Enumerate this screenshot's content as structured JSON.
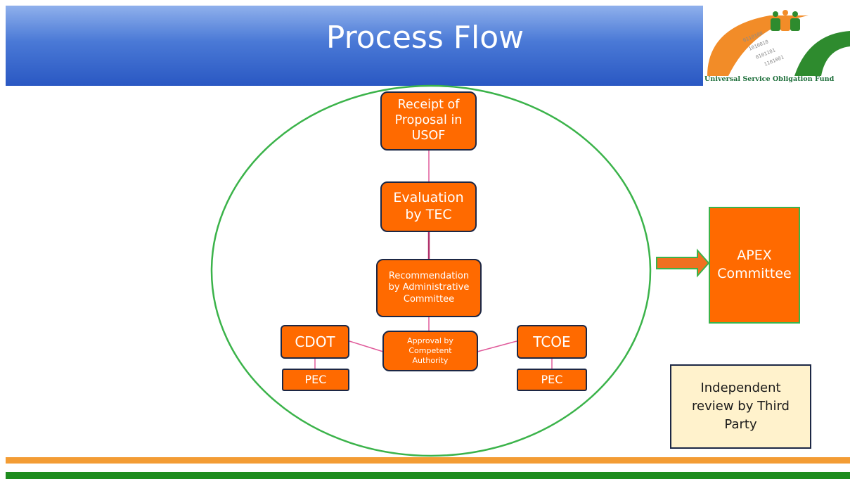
{
  "header": {
    "title": "Process Flow"
  },
  "logo": {
    "caption": "Universal Service Obligation Fund"
  },
  "nodes": {
    "receipt": "Receipt of Proposal in USOF",
    "evaluation": "Evaluation by TEC",
    "recommendation": "Recommendation by Administrative Committee",
    "approval": "Approval by Competent Authority",
    "cdot": "CDOT",
    "tcoe": "TCOE",
    "pec_left": "PEC",
    "pec_right": "PEC",
    "apex": "APEX Committee",
    "review": "Independent review by Third Party"
  },
  "colors": {
    "node_fill": "#ff6a00",
    "node_border": "#1c2745",
    "ellipse": "#3bb34a",
    "connector": "#e05a9a",
    "arrow_fill": "#f07020",
    "arrow_outline": "#3bb34a",
    "review_fill": "#fff2cc",
    "stripe_orange": "#f39c34",
    "stripe_green": "#1e8c1e"
  }
}
